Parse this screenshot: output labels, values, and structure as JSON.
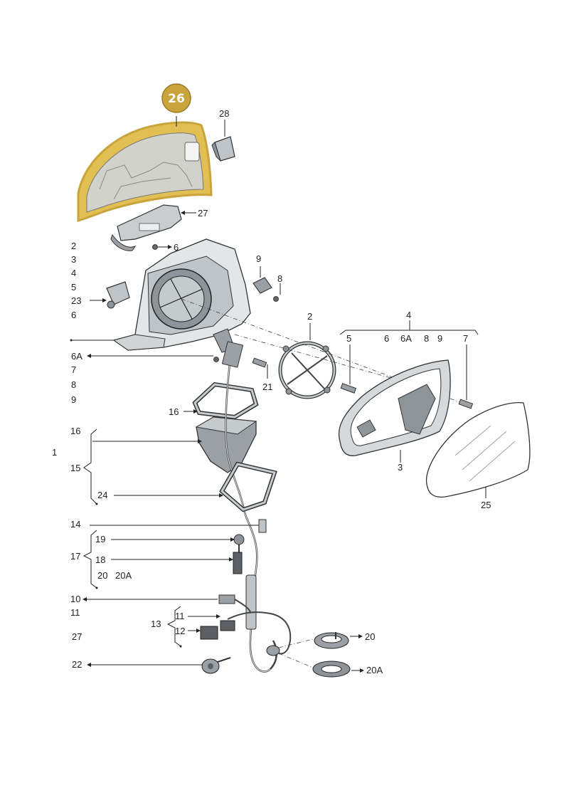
{
  "colors": {
    "badge": "#c9a33c",
    "highlight": "#e2bf52",
    "part_fill": "#e9ebec",
    "part_dark": "#9aa0a5",
    "part_mid": "#c3c8cc",
    "line": "#222222"
  },
  "highlight": {
    "badge": "26"
  },
  "labels": [
    {
      "id": "l28",
      "text": "28"
    },
    {
      "id": "l27a",
      "text": "27"
    },
    {
      "id": "l6a",
      "text": "6"
    },
    {
      "id": "l2a",
      "text": "2"
    },
    {
      "id": "l3a",
      "text": "3"
    },
    {
      "id": "l4a",
      "text": "4"
    },
    {
      "id": "l5a",
      "text": "5"
    },
    {
      "id": "l23",
      "text": "23"
    },
    {
      "id": "l6b",
      "text": "6"
    },
    {
      "id": "l9a",
      "text": "9"
    },
    {
      "id": "l8a",
      "text": "8"
    },
    {
      "id": "l6Aa",
      "text": "6A"
    },
    {
      "id": "l7a",
      "text": "7"
    },
    {
      "id": "l8b",
      "text": "8"
    },
    {
      "id": "l9b",
      "text": "9"
    },
    {
      "id": "l21",
      "text": "21"
    },
    {
      "id": "l16a",
      "text": "16"
    },
    {
      "id": "l16b",
      "text": "16"
    },
    {
      "id": "l1",
      "text": "1"
    },
    {
      "id": "l15",
      "text": "15"
    },
    {
      "id": "l24",
      "text": "24"
    },
    {
      "id": "l2b",
      "text": "2"
    },
    {
      "id": "l4b",
      "text": "4"
    },
    {
      "id": "l5b",
      "text": "5"
    },
    {
      "id": "l6c",
      "text": "6"
    },
    {
      "id": "l6Ab",
      "text": "6A"
    },
    {
      "id": "l8c",
      "text": "8"
    },
    {
      "id": "l9c",
      "text": "9"
    },
    {
      "id": "l7b",
      "text": "7"
    },
    {
      "id": "l3b",
      "text": "3"
    },
    {
      "id": "l25",
      "text": "25"
    },
    {
      "id": "l14",
      "text": "14"
    },
    {
      "id": "l19",
      "text": "19"
    },
    {
      "id": "l17",
      "text": "17"
    },
    {
      "id": "l18",
      "text": "18"
    },
    {
      "id": "l20a",
      "text": "20"
    },
    {
      "id": "l20Aa",
      "text": "20A"
    },
    {
      "id": "l10",
      "text": "10"
    },
    {
      "id": "l11a",
      "text": "11"
    },
    {
      "id": "l11b",
      "text": "11"
    },
    {
      "id": "l13",
      "text": "13"
    },
    {
      "id": "l12",
      "text": "12"
    },
    {
      "id": "l27b",
      "text": "27"
    },
    {
      "id": "l22",
      "text": "22"
    },
    {
      "id": "l20b",
      "text": "20"
    },
    {
      "id": "l20Ab",
      "text": "20A"
    }
  ]
}
